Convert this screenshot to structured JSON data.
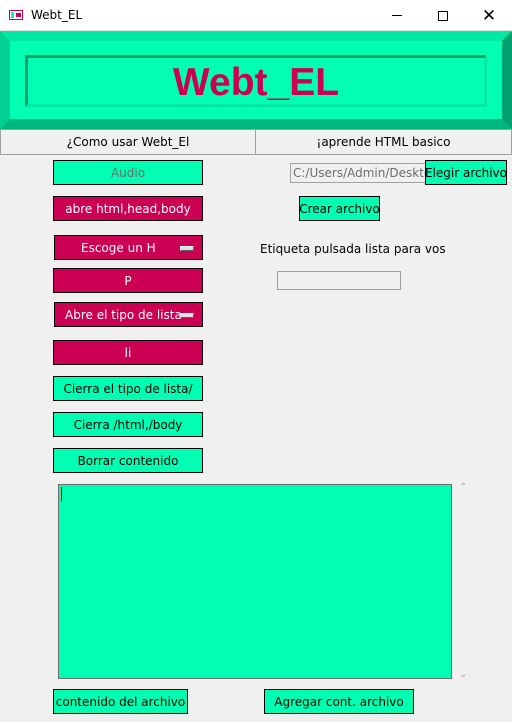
{
  "window": {
    "title": "Webt_EL",
    "controls": {
      "minimize": "minimize-icon",
      "maximize": "maximize-icon",
      "close": "✕"
    }
  },
  "banner": {
    "title": "Webt_EL"
  },
  "tabs": [
    {
      "label": "¿Como usar Webt_El"
    },
    {
      "label": "¡aprende HTML basico"
    }
  ],
  "left_buttons": {
    "audio": "Audio",
    "open_html": "abre html,head,body",
    "choose_h": "Escoge un H",
    "p": "P",
    "open_list": "Abre el tipo de lista",
    "li": "li",
    "close_list": "Cierra el tipo de lista/",
    "close_html": "Cierra /html,/body",
    "clear": "Borrar contenido"
  },
  "file": {
    "path_value": "C:/Users/Admin/Desktop",
    "choose_file": "Elegir archivo",
    "create_file": "Crear archivo"
  },
  "tag_panel": {
    "label": "Etiqueta pulsada lista para vos",
    "value": ""
  },
  "bottom_buttons": {
    "file_contents": "contenido del archivo",
    "append": "Agregar cont. archivo"
  },
  "colors": {
    "accent_green": "#00ffb3",
    "accent_pink": "#cc0052",
    "background": "#f0f0f0"
  }
}
